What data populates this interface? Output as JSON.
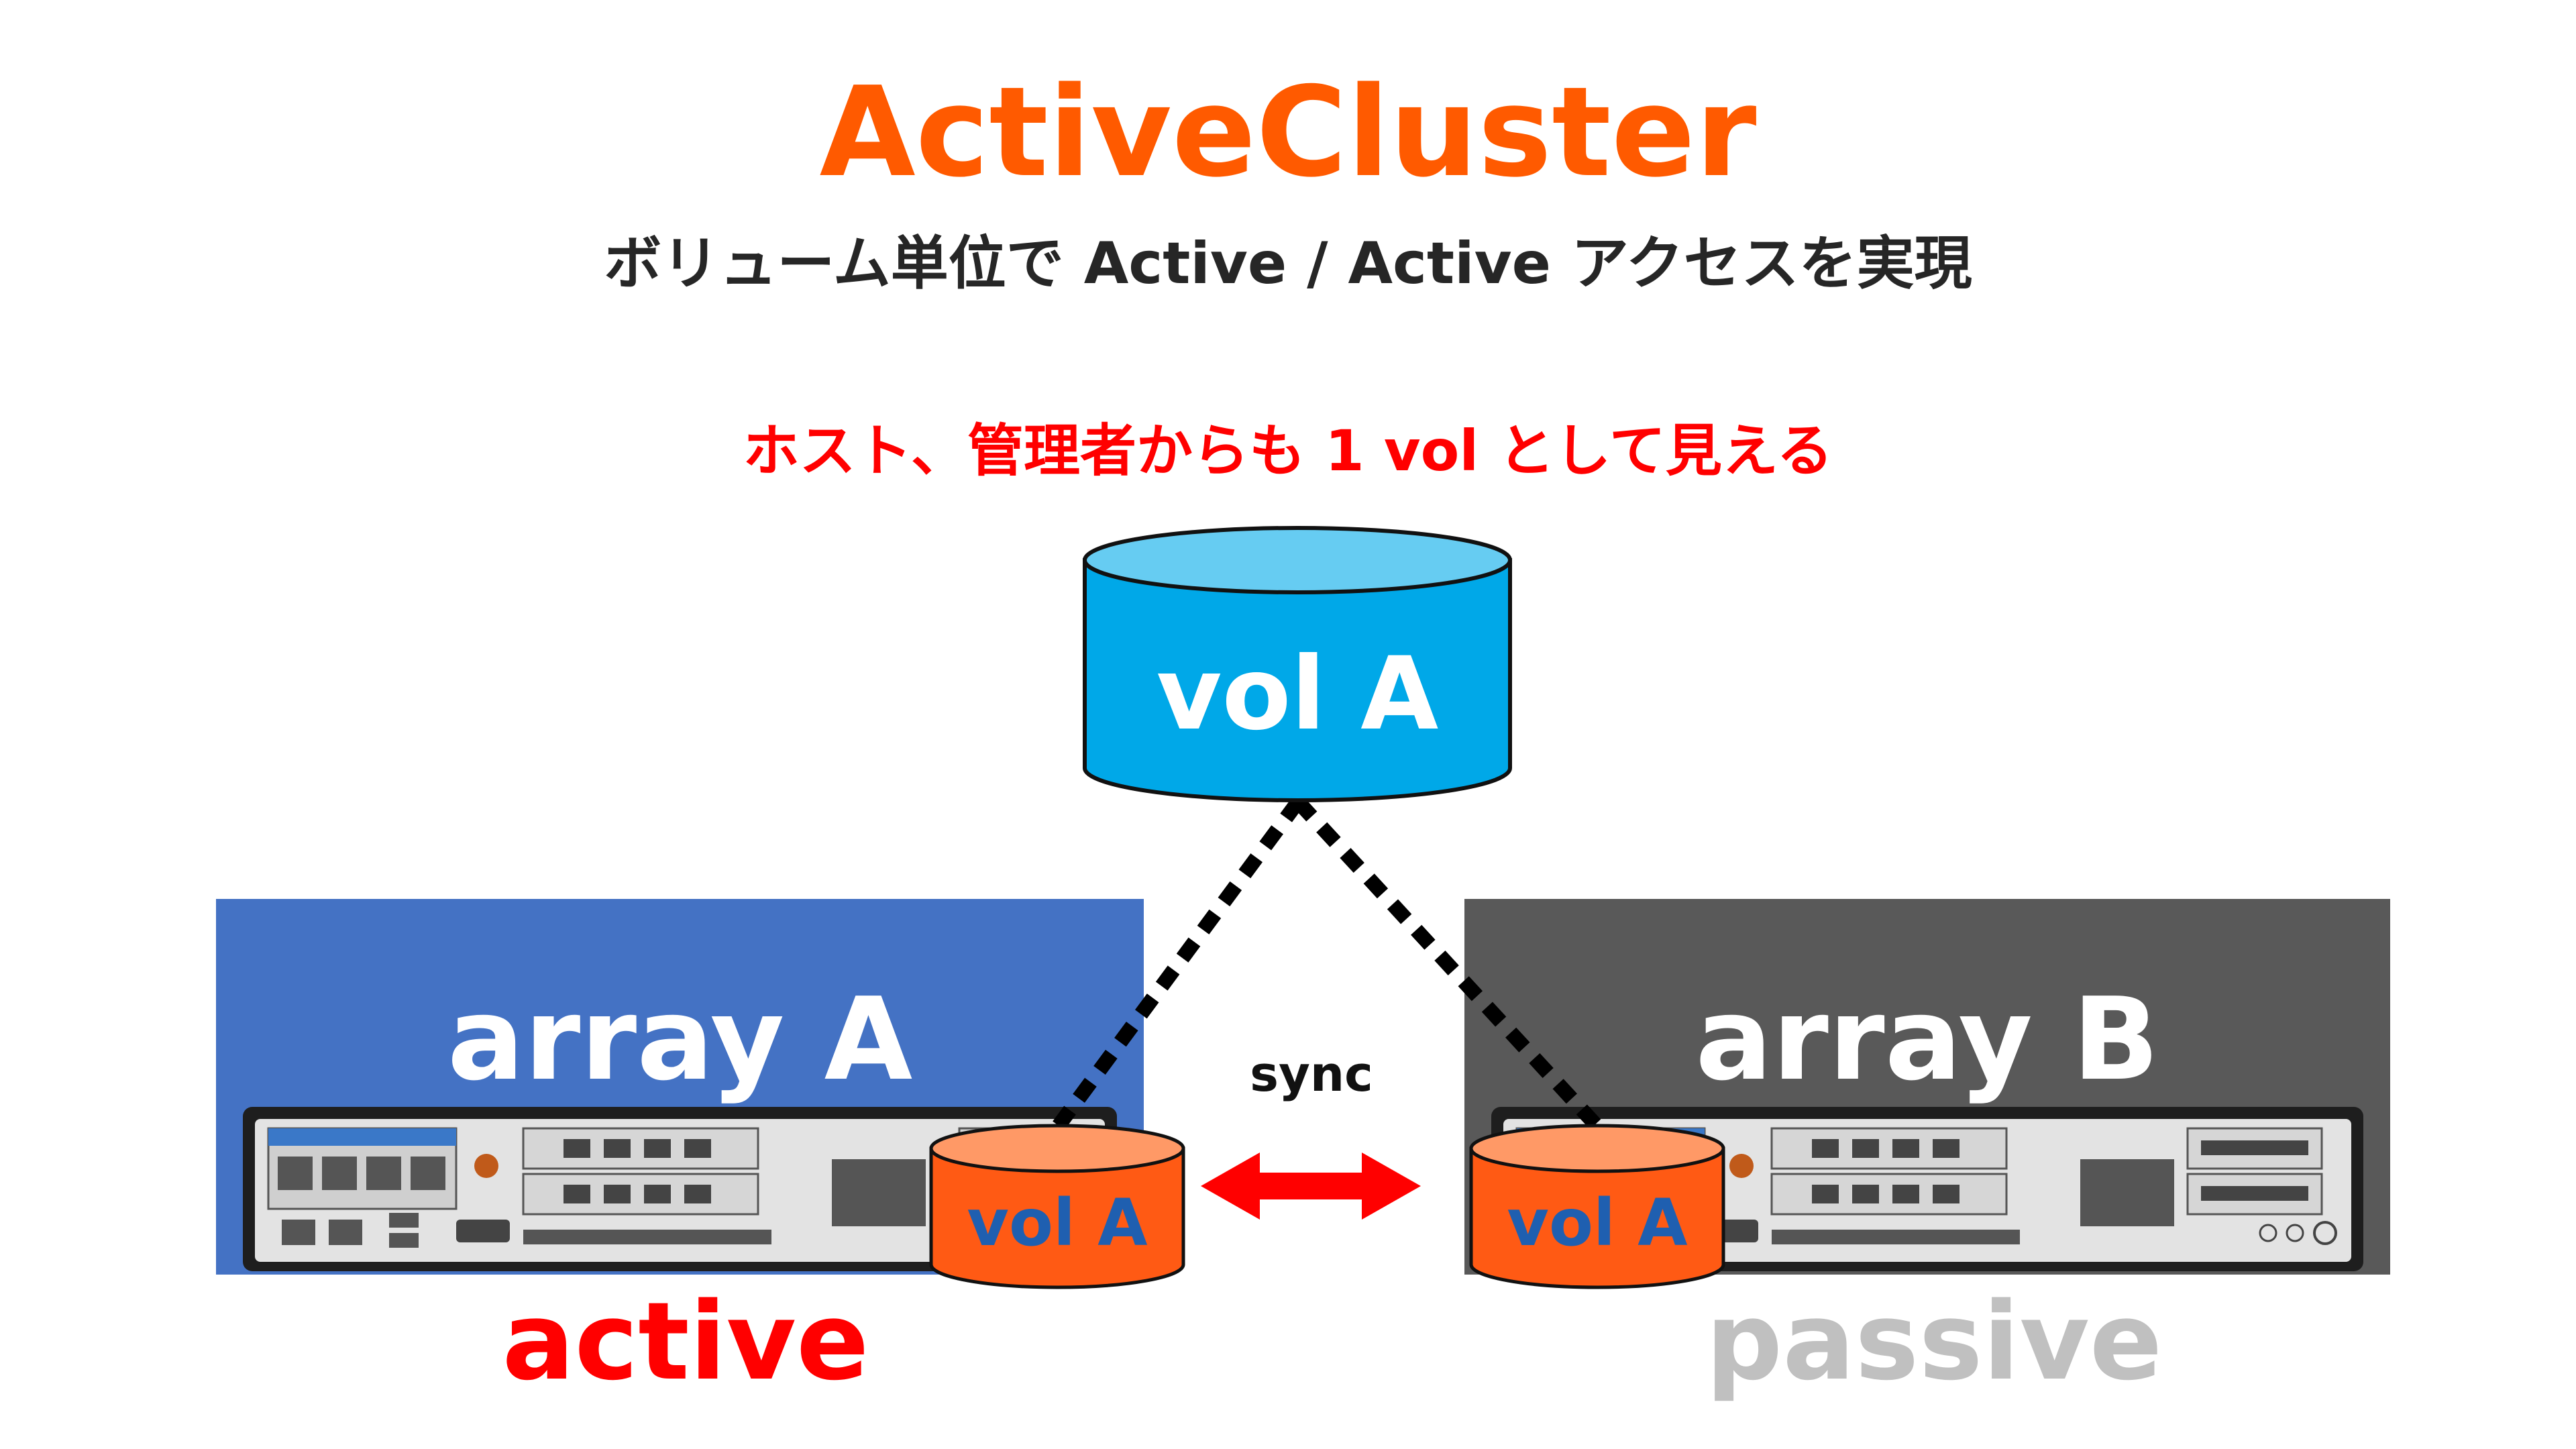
{
  "title": "ActiveCluster",
  "subtitle": "ボリューム単位で Active / Active アクセスを実現",
  "note": "ホスト、管理者からも 1 vol として見える",
  "colors": {
    "title": "#ff5a00",
    "note": "#ff0000",
    "host_volume_top": "#66ccf2",
    "host_volume_body": "#00a8e8",
    "array_a": "#4472c4",
    "array_b": "#595959",
    "local_volume_top": "#ff9966",
    "local_volume_body": "#ff5a14",
    "local_volume_text": "#1f5fb0",
    "sync_arrow": "#ff0000",
    "active": "#ff0000",
    "passive": "#c0c0c0"
  },
  "host_volume": {
    "label": "vol A"
  },
  "arrays": [
    {
      "label": "array A",
      "volume_label": "vol A",
      "state": "active"
    },
    {
      "label": "array B",
      "volume_label": "vol A",
      "state": "passive"
    }
  ],
  "sync": {
    "label": "sync"
  }
}
